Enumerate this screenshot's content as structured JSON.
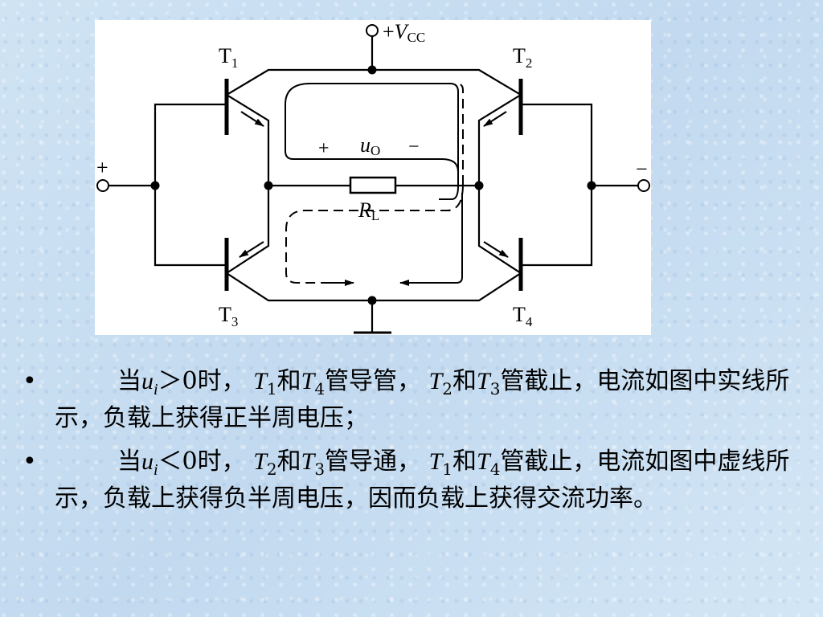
{
  "diagram": {
    "labels": {
      "vcc": "+",
      "vcc_var": "V",
      "vcc_sub": "CC",
      "t1": "T",
      "t1_sub": "1",
      "t2": "T",
      "t2_sub": "2",
      "t3": "T",
      "t3_sub": "3",
      "t4": "T",
      "t4_sub": "4",
      "input_plus": "+",
      "input_minus": "−",
      "uo_plus": "+",
      "uo_var": "u",
      "uo_sub": "O",
      "uo_minus": "−",
      "rl_var": "R",
      "rl_sub": "L"
    }
  },
  "bullets": [
    {
      "dot": "•",
      "p1": "当",
      "u": "u",
      "u_sub": "i",
      "p2": "＞0时，",
      "a": "T",
      "a_sub": "1",
      "p3": "和",
      "b": "T",
      "b_sub": "4",
      "p4": "管导管，",
      "c": "T",
      "c_sub": "2",
      "p5": "和",
      "d": "T",
      "d_sub": "3",
      "p6": "管截止，电流如图中实线所示，负载上获得正半周电压；"
    },
    {
      "dot": "•",
      "p1": "当",
      "u": "u",
      "u_sub": "i",
      "p2": "＜0时，",
      "a": "T",
      "a_sub": "2",
      "p3": "和",
      "b": "T",
      "b_sub": "3",
      "p4": "管导通，",
      "c": "T",
      "c_sub": "1",
      "p5": "和",
      "d": "T",
      "d_sub": "4",
      "p6": "管截止，电流如图中虚线所示，负载上获得负半周电压，因而负载上获得交流功率。"
    }
  ]
}
